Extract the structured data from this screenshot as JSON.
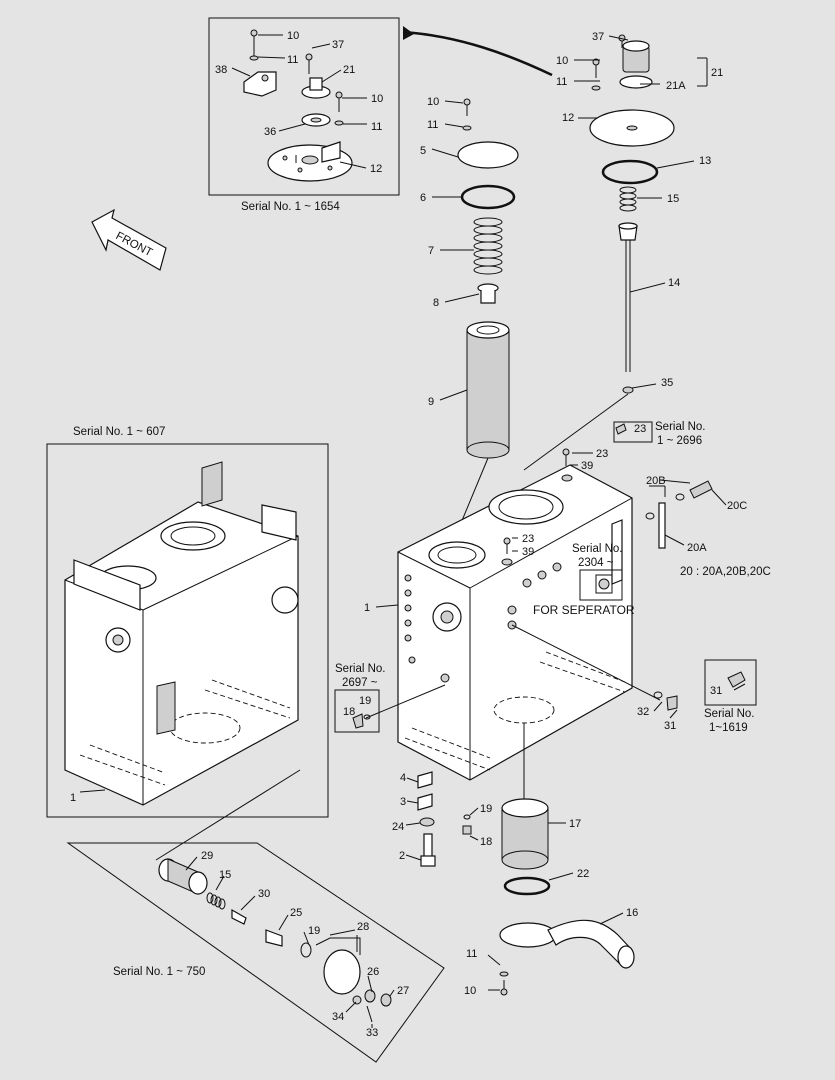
{
  "labels": {
    "l10a": "10",
    "l11a": "11",
    "l37a": "37",
    "l38": "38",
    "l21a": "21",
    "l10b": "10",
    "l11b": "11",
    "l36": "36",
    "l12a": "12",
    "l37b": "37",
    "l10c": "10",
    "l11c": "11",
    "l21b": "21",
    "l21A": "21A",
    "l12b": "12",
    "l13": "13",
    "l15a": "15",
    "l14": "14",
    "l35": "35",
    "l10d": "10",
    "l11d": "11",
    "l5": "5",
    "l6": "6",
    "l7": "7",
    "l8": "8",
    "l9": "9",
    "l23a": "23",
    "l23b": "23",
    "l39a": "39",
    "l23c": "23",
    "l39b": "39",
    "l1a": "1",
    "l20B": "20B",
    "l20C": "20C",
    "l20A": "20A",
    "l19a": "19",
    "l18a": "18",
    "l32": "32",
    "l31a": "31",
    "l31b": "31",
    "l4": "4",
    "l3": "3",
    "l24": "24",
    "l2": "2",
    "l19b": "19",
    "l18b": "18",
    "l17": "17",
    "l22": "22",
    "l16": "16",
    "l11e": "11",
    "l10e": "10",
    "l1b": "1",
    "l29": "29",
    "l15b": "15",
    "l30": "30",
    "l25": "25",
    "l19c": "19",
    "l28": "28",
    "l26": "26",
    "l27": "27",
    "l34": "34",
    "l33": "33"
  },
  "captions": {
    "serial_1654": "Serial No. 1 ~ 1654",
    "front": "FRONT",
    "serial_607": "Serial No. 1 ~ 607",
    "serial_2696_a": "Serial No.",
    "serial_2696_b": "1 ~ 2696",
    "serial_2304_a": "Serial No.",
    "serial_2304_b": "2304 ~",
    "for_separator": "FOR SEPERATOR",
    "note_20": "20 : 20A,20B,20C",
    "serial_2697_a": "Serial No.",
    "serial_2697_b": "2697 ~",
    "serial_1619_a": "Serial No.",
    "serial_1619_b": "1~1619",
    "serial_750": "Serial No. 1 ~ 750"
  }
}
